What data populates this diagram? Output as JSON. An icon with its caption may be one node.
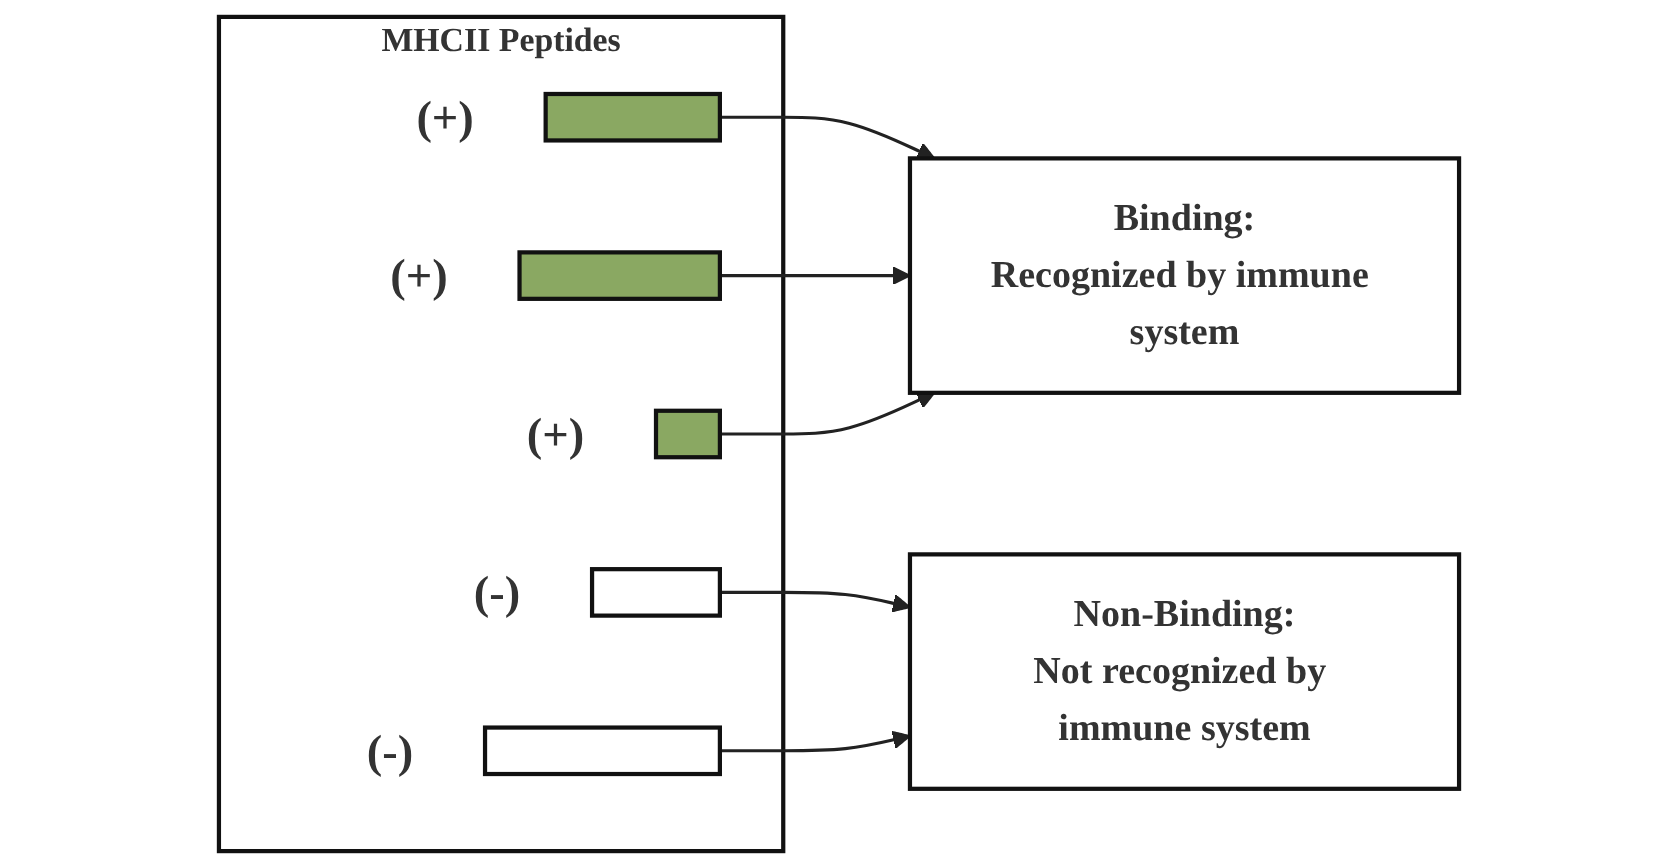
{
  "diagram": {
    "nodes": [
      {
        "text": [
          "MHCII Peptides"
        ]
      },
      {
        "text": [],
        "shape": "bar",
        "in": 0,
        "beside": [
          "(+)"
        ]
      },
      {
        "text": [],
        "shape": "bar",
        "in": 0,
        "beside": [
          "(-)"
        ]
      },
      {
        "text": [],
        "shape": "bar",
        "in": 0,
        "beside": [
          "(+)"
        ]
      },
      {
        "text": [],
        "shape": "bar",
        "in": 0,
        "beside": [
          "(+)"
        ]
      },
      {
        "text": [],
        "shape": "bar",
        "in": 0,
        "beside": [
          "(-)"
        ]
      },
      {
        "text": [
          "Binding:",
          "Recognized by immune system"
        ]
      },
      {
        "text": [
          "Non-Binding:",
          "Not recognized by immune system"
        ]
      }
    ],
    "edges": [
      {
        "from": 1,
        "to": 6,
        "arrow": "to"
      },
      {
        "from": 2,
        "to": 7,
        "arrow": "to"
      },
      {
        "from": 3,
        "to": 6,
        "arrow": "to"
      },
      {
        "from": 4,
        "to": 6,
        "arrow": "to"
      },
      {
        "from": 5,
        "to": 7,
        "arrow": "to"
      }
    ]
  }
}
